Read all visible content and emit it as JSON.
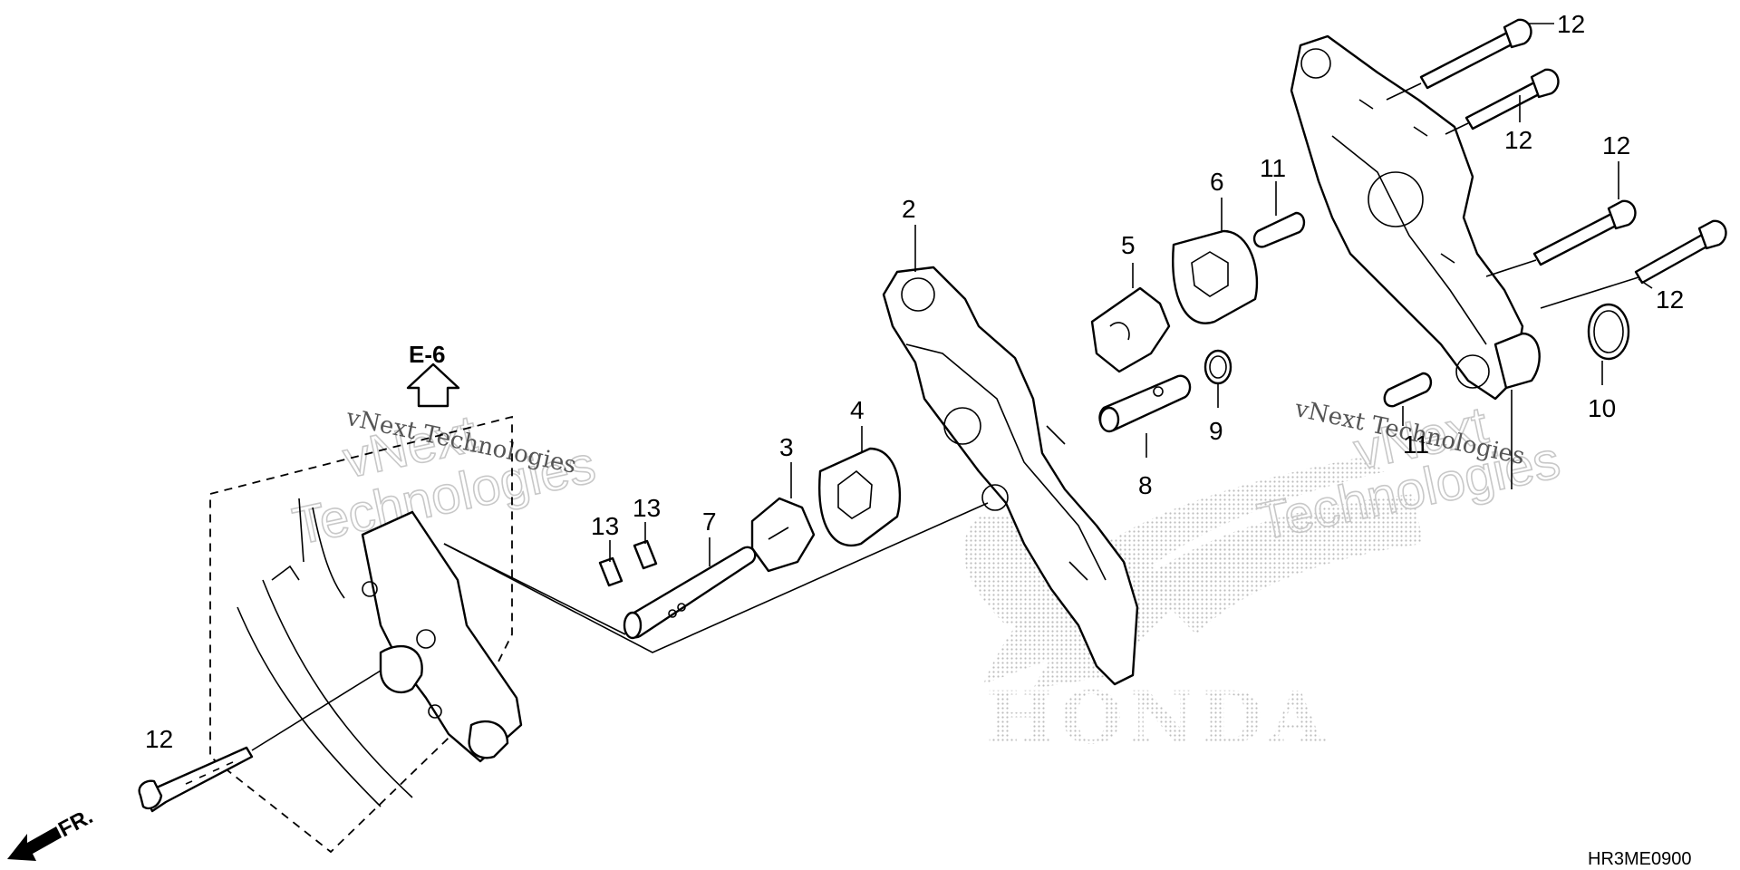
{
  "diagram": {
    "reference_label": "E-6",
    "front_label": "FR.",
    "diagram_code": "HR3ME0900",
    "brand_watermark": "HONDA",
    "watermarks": [
      {
        "line": "vNext Technologies",
        "outline_top": "vNext",
        "outline_bottom": "Technologies"
      },
      {
        "line": "vNext Technologies",
        "outline_top": "vNext",
        "outline_bottom": "Technologies"
      }
    ],
    "callouts": [
      "12",
      "12",
      "12",
      "12",
      "12",
      "2",
      "3",
      "4",
      "5",
      "6",
      "7",
      "8",
      "9",
      "10",
      "11",
      "11",
      "13",
      "13"
    ]
  }
}
